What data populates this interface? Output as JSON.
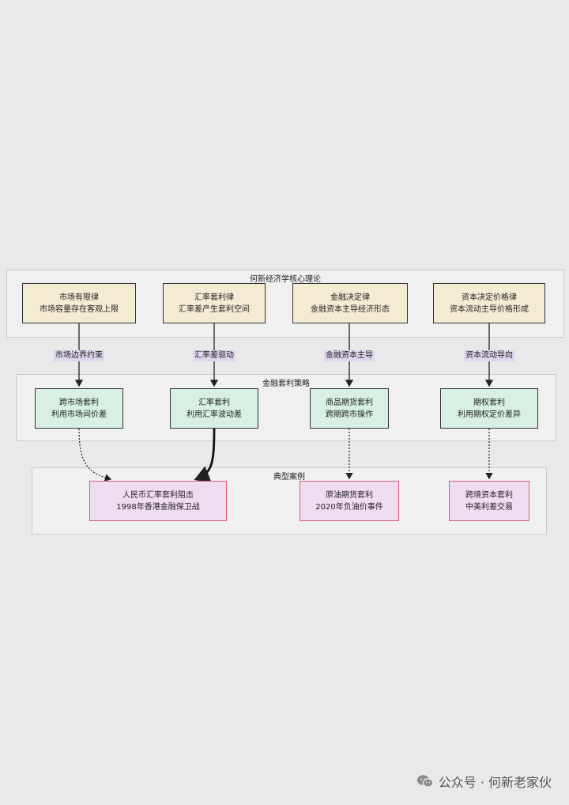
{
  "groups": {
    "core": "何新经济学核心理论",
    "strategy": "金融套利策略",
    "cases": "典型案例"
  },
  "theories": [
    {
      "line1": "市场有限律",
      "line2": "市场容量存在客观上限"
    },
    {
      "line1": "汇率套利律",
      "line2": "汇率差产生套利空间"
    },
    {
      "line1": "金融决定律",
      "line2": "金融资本主导经济形态"
    },
    {
      "line1": "资本决定价格律",
      "line2": "资本流动主导价格形成"
    }
  ],
  "edge_labels": [
    "市场边界约束",
    "汇率差驱动",
    "金融资本主导",
    "资本流动导向"
  ],
  "strategies": [
    {
      "line1": "跨市场套利",
      "line2": "利用市场间价差"
    },
    {
      "line1": "汇率套利",
      "line2": "利用汇率波动差"
    },
    {
      "line1": "商品期货套利",
      "line2": "跨期跨市操作"
    },
    {
      "line1": "期权套利",
      "line2": "利用期权定价差异"
    }
  ],
  "cases": [
    {
      "line1": "人民币汇率套利阻击",
      "line2": "1998年香港金融保卫战"
    },
    {
      "line1": "原油期货套利",
      "line2": "2020年负油价事件"
    },
    {
      "line1": "跨境资本套利",
      "line2": "中美利差交易"
    }
  ],
  "footer": {
    "icon": "wechat-icon",
    "text": "公众号 · 何新老家伙"
  }
}
